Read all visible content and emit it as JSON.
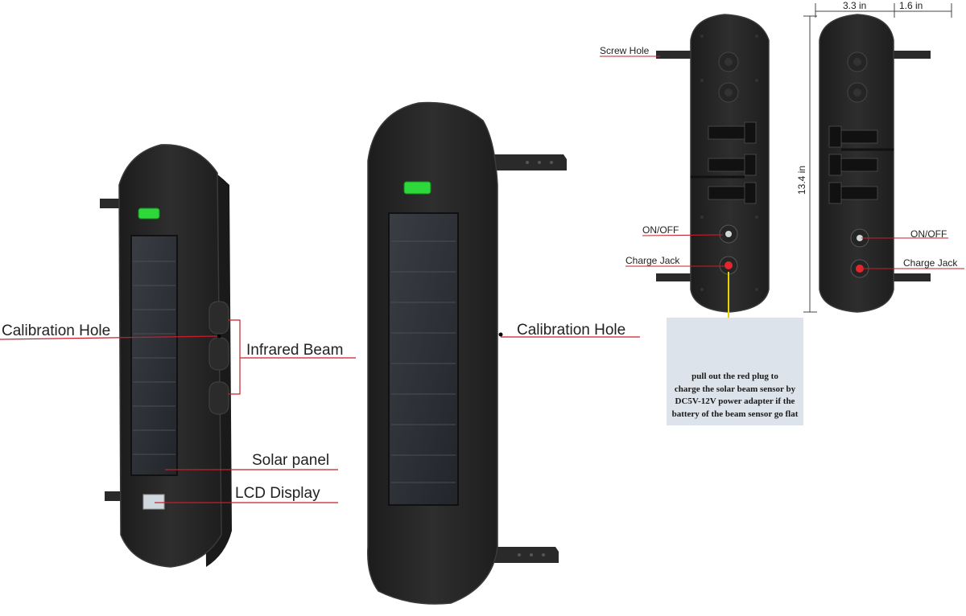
{
  "labels": {
    "calibration_hole": "Calibration Hole",
    "infrared_beam": "Infrared Beam",
    "solar_panel": "Solar panel",
    "lcd_display": "LCD Display",
    "screw_hole": "Screw Hole",
    "on_off": "ON/OFF",
    "charge_jack": "Charge Jack"
  },
  "dimensions": {
    "width": "3.3 in",
    "depth": "1.6 in",
    "height": "13.4 in"
  },
  "note_lines": [
    "pull out the red plug to",
    "charge the solar beam sensor by",
    "DC5V-12V power adapter if the",
    "battery of the beam sensor go flat"
  ],
  "colors": {
    "body": "#262626",
    "body_edge": "#3a3a3a",
    "solar": "#2c2f33",
    "level_bubble": "#2fd83a",
    "leader_line": "#c81e2a",
    "red_plug": "#e3262e",
    "note_bg": "#dde3ea",
    "pointer": "#e8d400"
  }
}
